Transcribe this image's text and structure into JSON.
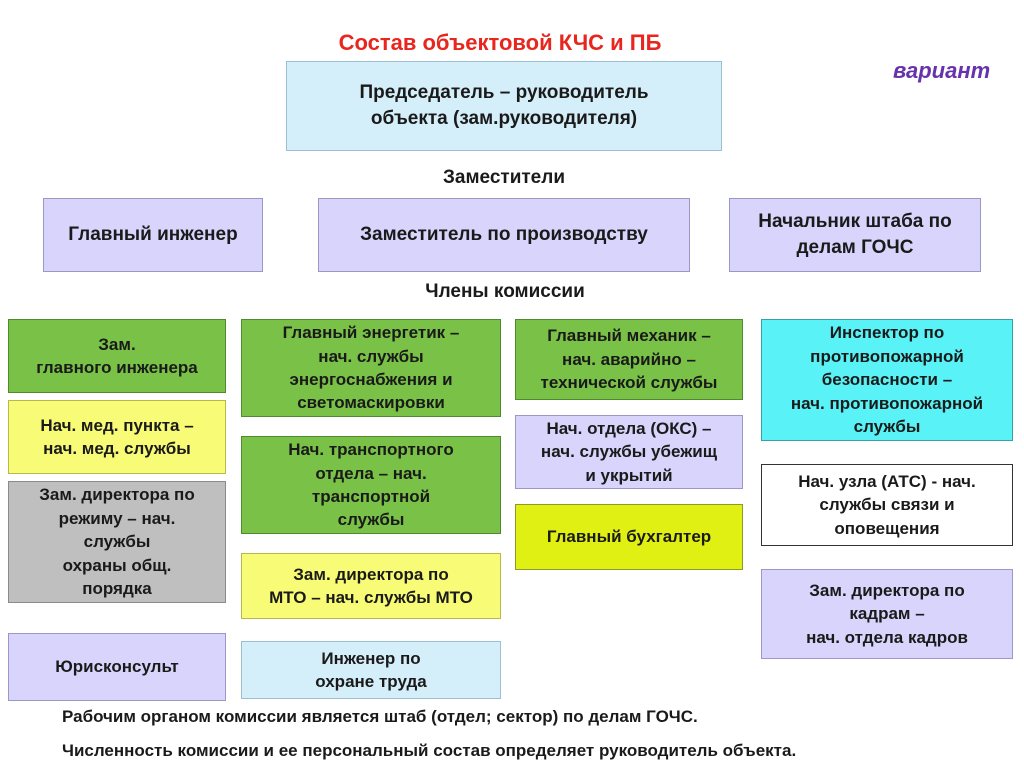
{
  "title": "Состав объектовой КЧС и ПБ",
  "variant": "вариант",
  "chairman": "Председатель – руководитель\nобъекта (зам.руководителя)",
  "deputies_label": "Заместители",
  "deputies": {
    "chief_engineer": "Главный инженер",
    "production": "Заместитель по производству",
    "gochs": "Начальник штаба по\nделам ГОЧС"
  },
  "members_label": "Члены комиссии",
  "members": {
    "deputy_chief_engineer": "Зам.\nглавного инженера",
    "medical": "Нач. мед. пункта –\nнач. мед. службы",
    "regime": "Зам. директора по\nрежиму – нач.\nслужбы\nохраны общ.\nпорядка",
    "legal": "Юрисконсульт",
    "energy": "Главный энергетик –\nнач. службы\nэнергоснабжения и\nсветомаскировки",
    "transport": "Нач. транспортного\nотдела – нач.\nтранспортной\nслужбы",
    "mto": "Зам. директора по\nМТО – нач. службы МТО",
    "labor_safety": "Инженер по\nохране труда",
    "mechanic": "Главный механик –\nнач. аварийно –\nтехнической службы",
    "oks": "Нач. отдела (ОКС) –\nнач. службы убежищ\nи укрытий",
    "accountant": "Главный бухгалтер",
    "fire": "Инспектор по\nпротивопожарной\nбезопасности –\nнач. противопожарной\nслужбы",
    "ats": "Нач. узла (АТС) - нач.\nслужбы связи и\nоповещения",
    "hr": "Зам. директора по\nкадрам –\nнач. отдела кадров"
  },
  "footer": {
    "line1": "Рабочим органом комиссии является штаб (отдел; сектор) по делам ГОЧС.",
    "line2": "Численность комиссии и ее персональный состав определяет руководитель объекта."
  },
  "colors": {
    "title": "#e8261e",
    "variant": "#6633aa",
    "lavender": "#d8d4fb",
    "light_blue": "#d5effa",
    "green": "#79c247",
    "yellow": "#f8fb75",
    "gray": "#bfbfbf",
    "cyan": "#59f2f6",
    "yellow_green": "#e0f012"
  }
}
